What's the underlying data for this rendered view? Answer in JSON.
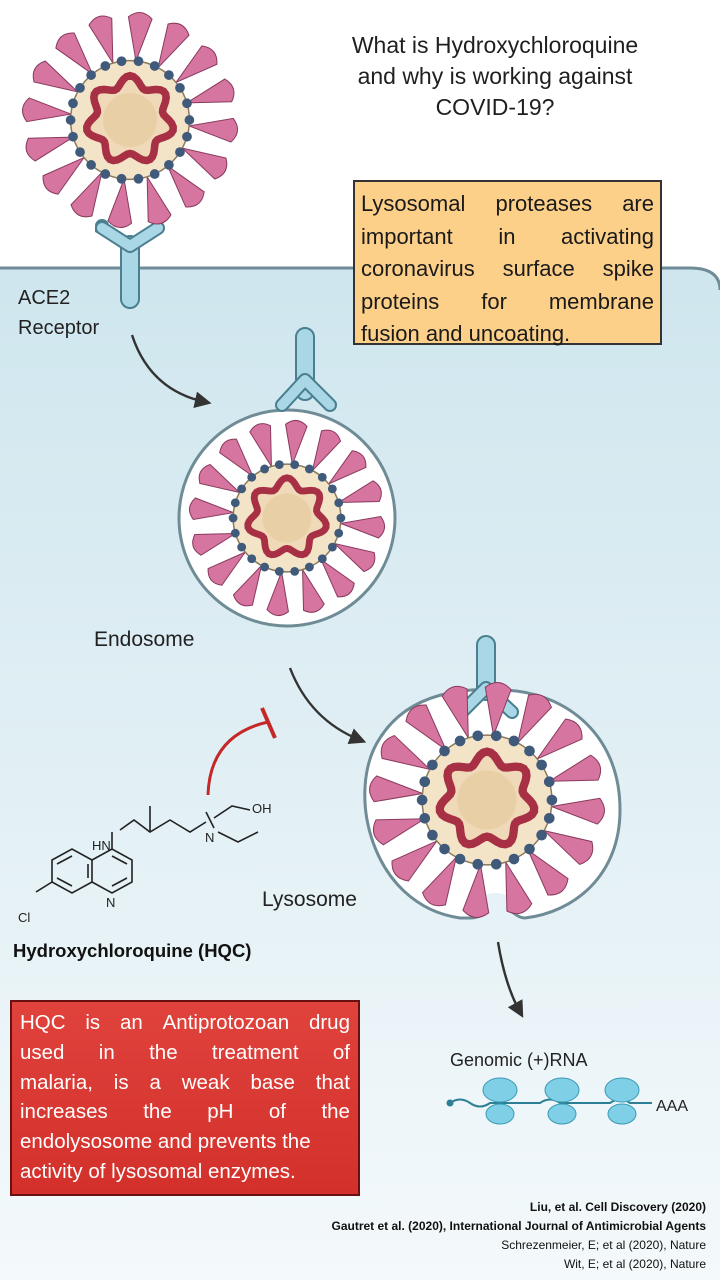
{
  "title": {
    "line1": "What is Hydroxychloroquine",
    "line2": "and why is working against",
    "line3": "COVID-19?"
  },
  "info_box": {
    "lines": [
      [
        "Lysosomal",
        "proteases",
        "are"
      ],
      [
        "important",
        "in",
        "activating"
      ],
      [
        "coronavirus",
        "surface",
        "spike"
      ],
      [
        "proteins",
        "for",
        "membrane"
      ],
      [
        "fusion and uncoating."
      ]
    ],
    "color": "#fdd08a"
  },
  "labels": {
    "ace2_line1": "ACE2",
    "ace2_line2": "Receptor",
    "endosome": "Endosome",
    "lysosome": "Lysosome",
    "hqc_name": "Hydroxychloroquine (HQC)",
    "genomic_rna": "Genomic (+)RNA",
    "poly_a": "AAA"
  },
  "chemical": {
    "hn": "HN",
    "n1": "N",
    "n2": "N",
    "oh": "OH",
    "cl": "Cl"
  },
  "hqc_box": {
    "lines": [
      [
        "HQC",
        "is",
        "an",
        "Antiprotozoan",
        "drug"
      ],
      [
        "used",
        "in",
        "the",
        "treatment",
        "of"
      ],
      [
        "malaria,",
        "is",
        "a",
        "weak",
        "base",
        "that"
      ],
      [
        "increases",
        "the",
        "pH",
        "of",
        "the"
      ],
      [
        "endolysosome and prevents the"
      ],
      [
        "activity of lysosomal enzymes."
      ]
    ],
    "color": "#d93a34"
  },
  "references": {
    "line1": "Liu, et al. Cell Discovery (2020)",
    "line2": "Gautret et al. (2020),  International Journal of Antimicrobial Agents",
    "line3": "Schrezenmeier, E; et al (2020), Nature",
    "line4": "Wit, E; et al (2020), Nature"
  },
  "colors": {
    "cell_interior": "#dfeef3",
    "spike": "#d6759f",
    "membrane": "#f3e3c7",
    "rna": "#a83045",
    "receptor": "#9ccfe0",
    "inhibition": "#c62828"
  }
}
